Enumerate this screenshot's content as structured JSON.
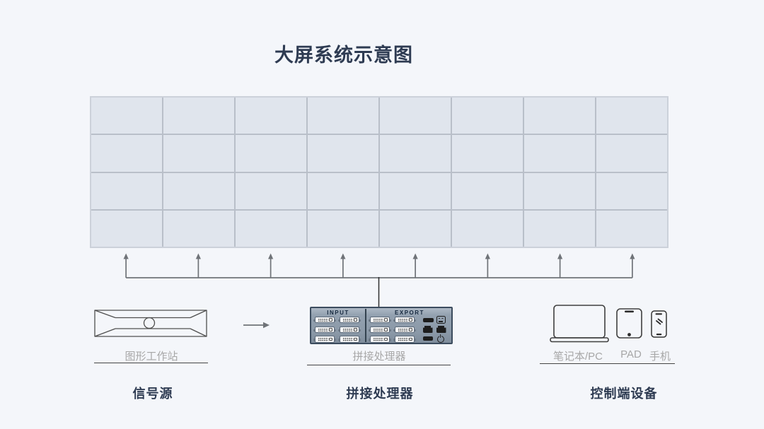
{
  "title": "大屏系统示意图",
  "video_wall": {
    "rows": 4,
    "cols": 8
  },
  "bus": {
    "arrow_count": 8
  },
  "workstation": {
    "caption": "图形工作站",
    "label": "信号源"
  },
  "processor": {
    "caption": "拼接处理器",
    "label": "拼接处理器",
    "input": {
      "title": "INPUT",
      "port_count": 6
    },
    "export": {
      "title": "EXPORT",
      "port_count": 6
    },
    "rear_icons": [
      "hdmi-port",
      "power-socket",
      "ethernet-port",
      "ethernet-port",
      "hdmi-port",
      "power-button"
    ]
  },
  "control": {
    "laptop_caption": "笔记本/PC",
    "pad_caption": "PAD",
    "phone_caption": "手机",
    "label": "控制端设备"
  },
  "colors": {
    "background": "#f4f6fa",
    "title_text": "#2e3b52",
    "wall_cell_fill": "#e0e5ed",
    "wall_cell_border": "#b9bfc9",
    "connector_line": "#6f7378",
    "drop_line": "#2f2f2f",
    "processor_border": "#3c4c5e",
    "caption_gray": "#a7a7a7",
    "underline": "#454545",
    "label_text": "#2e3b52"
  }
}
